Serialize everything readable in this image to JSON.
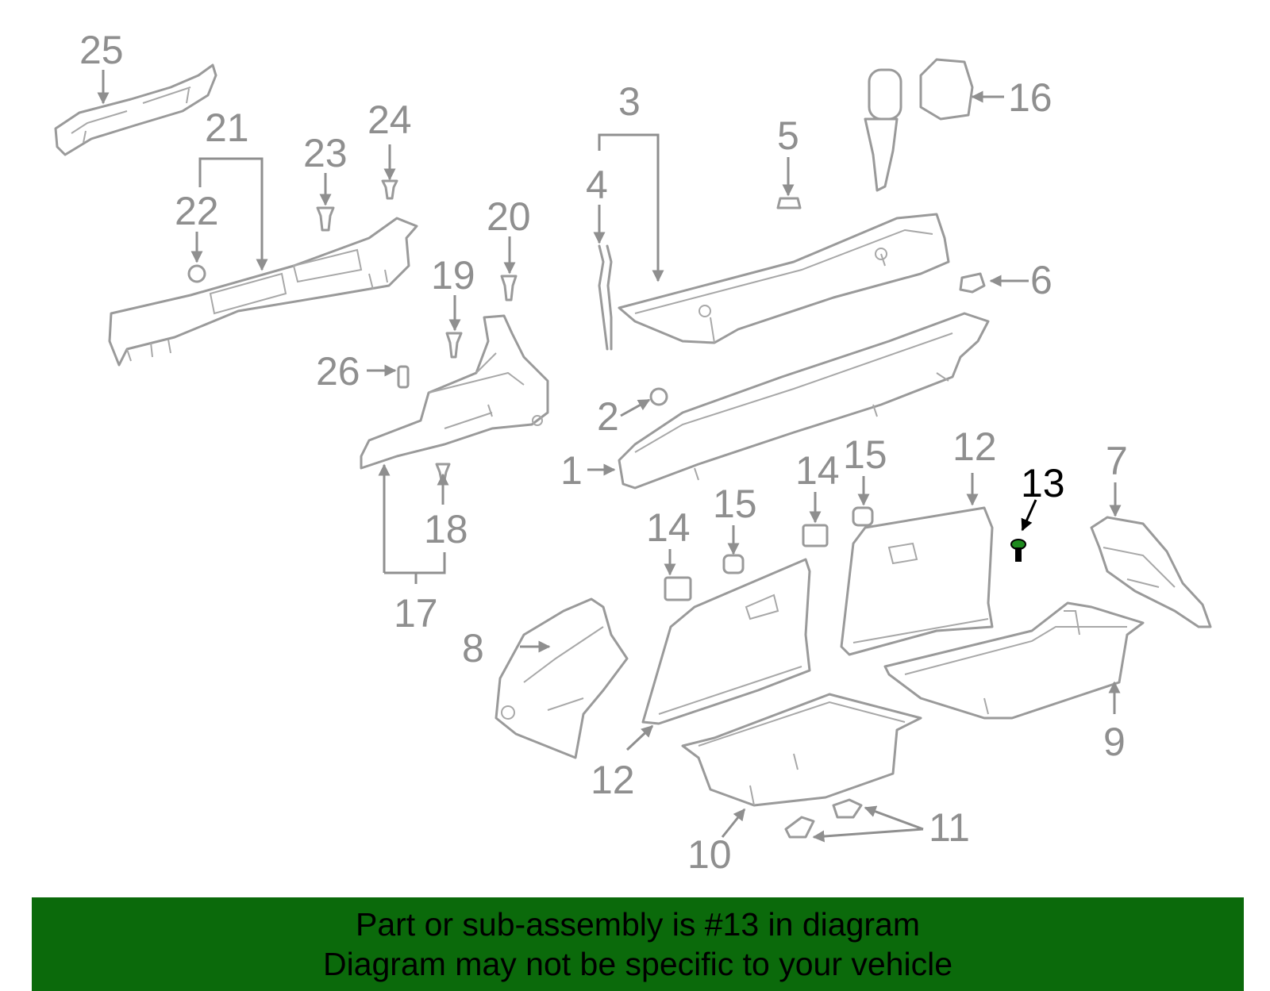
{
  "callouts": {
    "c1": "1",
    "c2": "2",
    "c3": "3",
    "c4": "4",
    "c5": "5",
    "c6": "6",
    "c7": "7",
    "c8": "8",
    "c9": "9",
    "c10": "10",
    "c11": "11",
    "c12a": "12",
    "c12b": "12",
    "c13": "13",
    "c14a": "14",
    "c14b": "14",
    "c15a": "15",
    "c15b": "15",
    "c16": "16",
    "c17": "17",
    "c18": "18",
    "c19": "19",
    "c20": "20",
    "c21": "21",
    "c22": "22",
    "c23": "23",
    "c24": "24",
    "c25": "25",
    "c26": "26"
  },
  "highlight_part": "13",
  "colors": {
    "line_art": "#9a9a9a",
    "highlight": "#000000",
    "banner": "#0b6a0b",
    "highlight_fastener": "#1e8a1e"
  },
  "banner": {
    "line1": "Part or sub-assembly is #13 in diagram",
    "line2": "Diagram may not be specific to your vehicle"
  }
}
